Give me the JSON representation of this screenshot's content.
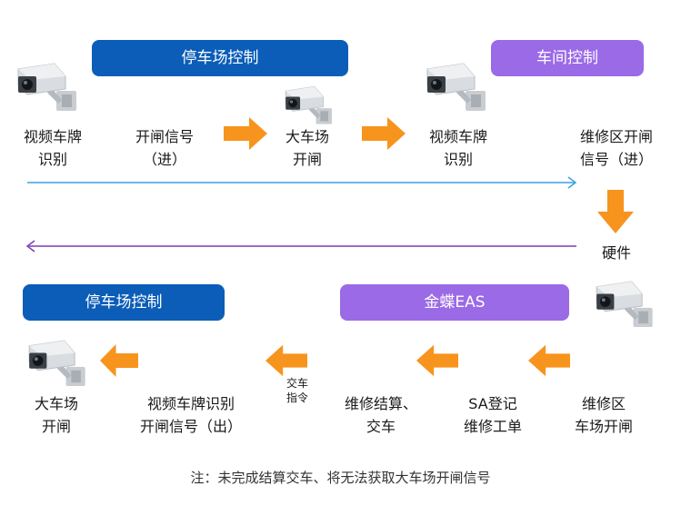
{
  "banners": {
    "parking_top": "停车场控制",
    "workshop": "车间控制",
    "parking_bottom": "停车场控制",
    "kingdee": "金蝶EAS"
  },
  "top_row": {
    "plate_recognition": [
      "视频车牌",
      "识别"
    ],
    "gate_signal_in": [
      "开闸信号",
      "（进）"
    ],
    "parking_gate": [
      "大车场",
      "开闸"
    ],
    "plate_recognition_2": [
      "视频车牌",
      "识别"
    ],
    "repair_gate_signal": [
      "维修区开闸",
      "信号（进）"
    ]
  },
  "side": {
    "hardware": "硬件"
  },
  "bottom_row": {
    "parking_gate": [
      "大车场",
      "开闸"
    ],
    "plate_signal_out": [
      "视频车牌识别",
      "开闸信号（出）"
    ],
    "handover_cmd": [
      "交车",
      "指令"
    ],
    "settle_handover": [
      "维修结算、",
      "交车"
    ],
    "sa_register": [
      "SA登记",
      "维修工单"
    ],
    "repair_gate": [
      "维修区",
      "车场开闸"
    ]
  },
  "note": "注：未完成结算交车、将无法获取大车场开闸信号",
  "colors": {
    "blue": "#0b5db8",
    "purple": "#9b6ae6",
    "orange": "#f7941d",
    "line_blue": "#3aa0e0",
    "line_purple": "#7b3fb0"
  },
  "icons": [
    "camera-icon"
  ]
}
